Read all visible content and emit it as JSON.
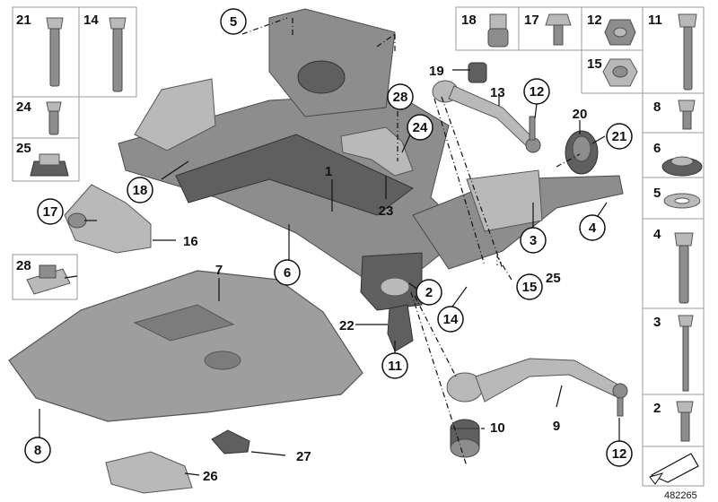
{
  "diagram": {
    "document_id": "482265",
    "part_box_labels": {
      "b21": "21",
      "b14": "14",
      "b24": "24",
      "b25": "25",
      "b28": "28",
      "b18": "18",
      "b17": "17",
      "b12": "12",
      "b11": "11",
      "b15": "15",
      "b8": "8",
      "b6": "6",
      "b5": "5",
      "b4": "4",
      "b3": "3",
      "b2": "2"
    },
    "callouts": {
      "c5": "5",
      "c1": "1",
      "c18": "18",
      "c6": "6",
      "c7": "7",
      "c17": "17",
      "c16": "16",
      "c28": "28",
      "c24": "24",
      "c23": "23",
      "c19": "19",
      "c13": "13",
      "c12a": "12",
      "c20": "20",
      "c21": "21",
      "c4": "4",
      "c3": "3",
      "c2": "2",
      "c22": "22",
      "c11": "11",
      "c14": "14",
      "c15": "15",
      "c25": "25",
      "c9": "9",
      "c10": "10",
      "c12b": "12",
      "c8": "8",
      "c26": "26",
      "c27": "27"
    }
  }
}
